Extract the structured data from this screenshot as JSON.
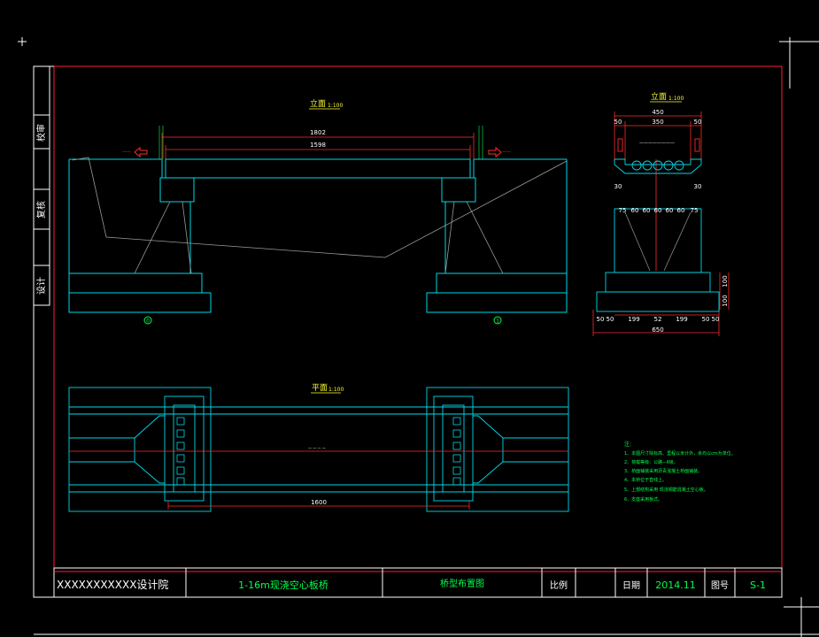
{
  "colors": {
    "background": "#000000",
    "frame": "#ff1a3c",
    "outline": "#00d7e6",
    "dimension": "#ff2a2a",
    "label_green": "#00ff4c",
    "label_yellow": "#ffff33",
    "title_white": "#ffffff",
    "hatch_grey": "#9a9a9a"
  },
  "side_strip": [
    "校审",
    "复核",
    "设计"
  ],
  "elevation": {
    "title": "立面",
    "scale": "1:100",
    "dim_total": "1802",
    "dim_inner": "1598",
    "axis_left": "0",
    "axis_right": "1"
  },
  "section": {
    "title": "立面",
    "scale": "1:100",
    "dim_total": "450",
    "dim_sub": [
      "50",
      "350",
      "50"
    ],
    "dim_side": [
      "30",
      "30"
    ],
    "dim_row": [
      "75",
      "60",
      "60",
      "60",
      "60",
      "60",
      "75"
    ],
    "dim_base": [
      "50",
      "50",
      "199",
      "52",
      "199",
      "50",
      "50"
    ],
    "dim_bottom": "650",
    "dim_vertical": [
      "100",
      "100"
    ]
  },
  "plan": {
    "title": "平面",
    "scale": "1:100",
    "dim_total": "1600"
  },
  "notes": {
    "heading": "注:",
    "items": [
      "1、本图尺寸除标高、里程以米计外，余均以cm为单位。",
      "2、荷载等级：公路—Ⅱ级。",
      "3、桥面铺装采用沥青混凝土桥面铺装。",
      "4、本桥位于直线上。",
      "5、上部结构采用    现浇钢筋混凝土空心板。",
      "6、支座采用板式。"
    ]
  },
  "title_block": {
    "institute": "XXXXXXXXXXX设计院",
    "project": "1-16m现浇空心板桥",
    "drawing_name": "桥型布置图",
    "scale_label": "比例",
    "date_label": "日期",
    "date_value": "2014.11",
    "number_label": "图号",
    "number_value": "S-1"
  }
}
